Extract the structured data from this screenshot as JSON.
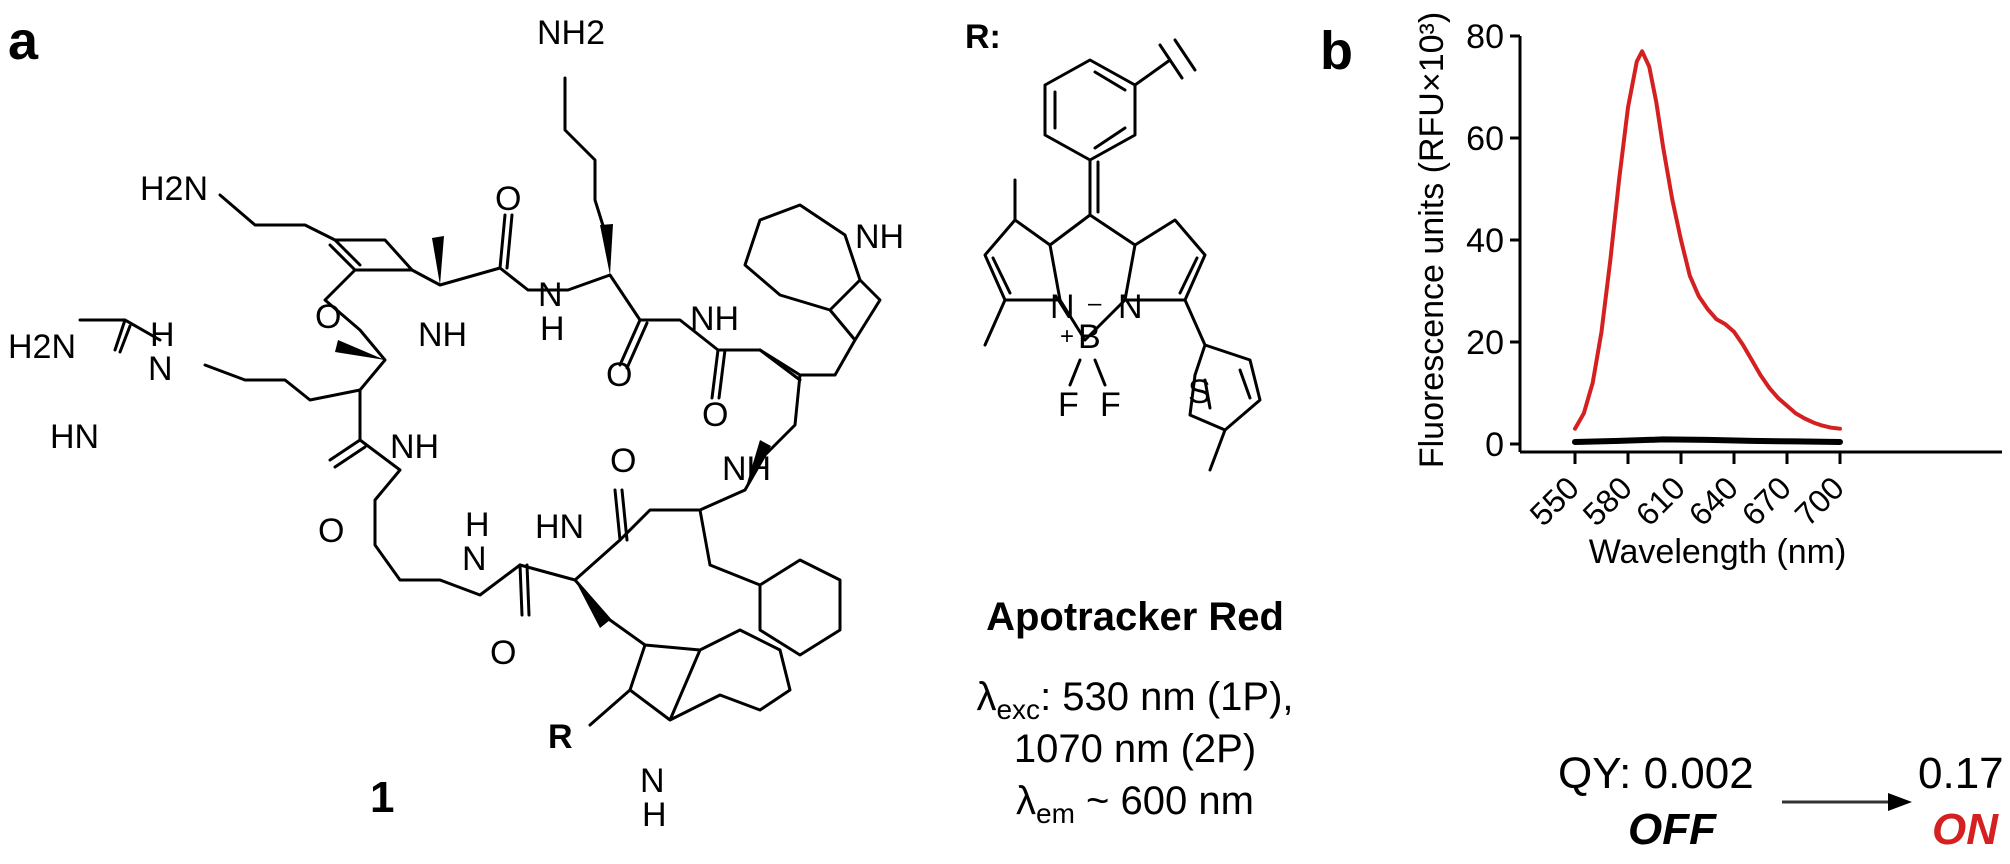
{
  "panel_a": {
    "letter": "a",
    "compound_number": "1",
    "r_group_label": "R:",
    "r_attach_label": "R",
    "atom_labels": {
      "nh2_top": "NH2",
      "h2n_left": "H2N",
      "h2n_guan": "H2N",
      "hn_guan": "HN",
      "nh_guan_h": "H",
      "nh_guan_n": "N",
      "nh_trp_indole": "NH",
      "nh_1": "NH",
      "nh_2_n": "N",
      "nh_2_h": "H",
      "nh_3": "NH",
      "nh_4": "NH",
      "nh_5": "NH",
      "hn_6": "HN",
      "h_7": "H",
      "n_7": "N",
      "nh_bottom_n": "N",
      "nh_bottom_h": "H",
      "o_1": "O",
      "o_2": "O",
      "o_3": "O",
      "o_4": "O",
      "o_5": "O",
      "o_6": "O",
      "o_7": "O",
      "bodipy_n_left": "N",
      "bodipy_plus": "+",
      "bodipy_b": "B",
      "bodipy_minus": "–",
      "bodipy_n_right": "N",
      "bodipy_f1": "F",
      "bodipy_f2": "F",
      "thiophene_s": "S"
    },
    "dye_name": "Apotracker Red",
    "lambda_exc_symbol": "λ",
    "lambda_exc_sub": "exc",
    "lambda_exc_value": ": 530 nm (1P),",
    "lambda_exc_2p": "1070 nm (2P)",
    "lambda_em_symbol": "λ",
    "lambda_em_sub": "em",
    "lambda_em_value": " ~ 600 nm"
  },
  "panel_b": {
    "letter": "b",
    "qy_label": "QY: 0.002",
    "qy_on_value": "0.17",
    "off_label": "OFF",
    "on_label": "ON",
    "on_color": "#d42020"
  },
  "chart_data": {
    "type": "line",
    "title": "",
    "xlabel": "Wavelength (nm)",
    "ylabel": "Fluorescence units (RFU×10³)",
    "xlim": [
      550,
      700
    ],
    "ylim": [
      0,
      80
    ],
    "xticks": [
      550,
      580,
      610,
      640,
      670,
      700
    ],
    "yticks": [
      0,
      20,
      40,
      60,
      80
    ],
    "grid": false,
    "legend": "none",
    "series": [
      {
        "color": "#d42020",
        "x": [
          550,
          555,
          560,
          565,
          570,
          575,
          580,
          585,
          588,
          592,
          596,
          600,
          605,
          610,
          615,
          620,
          625,
          630,
          635,
          640,
          645,
          650,
          655,
          660,
          665,
          670,
          675,
          680,
          685,
          690,
          695,
          700
        ],
        "y": [
          3,
          6,
          12,
          22,
          36,
          52,
          66,
          75,
          77,
          74,
          67,
          58,
          48,
          40,
          33,
          29,
          26.5,
          24.5,
          23.5,
          22,
          19.5,
          16.5,
          13.5,
          11,
          9,
          7.5,
          6,
          5,
          4.2,
          3.6,
          3.2,
          3
        ]
      },
      {
        "color": "#000000",
        "x": [
          550,
          575,
          600,
          625,
          650,
          675,
          700
        ],
        "y": [
          0.4,
          0.6,
          0.9,
          0.8,
          0.6,
          0.5,
          0.4
        ]
      }
    ]
  }
}
